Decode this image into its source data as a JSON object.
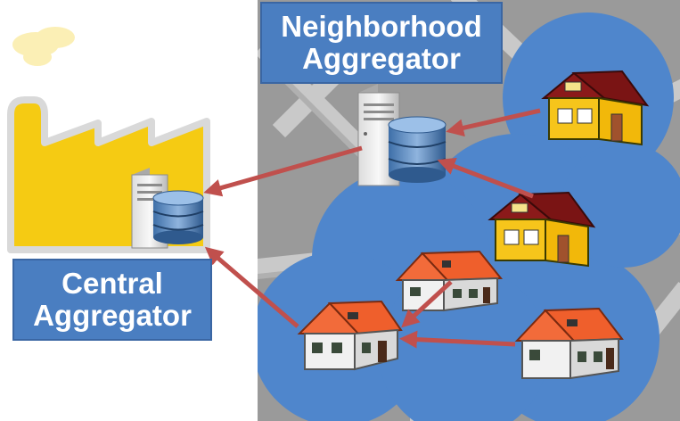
{
  "neighborhood_aggregator": {
    "line1": "Neighborhood",
    "line2": "Aggregator"
  },
  "central_aggregator": {
    "line1": "Central",
    "line2": "Aggregator"
  },
  "icons": [
    "factory-icon",
    "server-icon",
    "database-icon",
    "house-icon",
    "map-background",
    "coverage-area"
  ],
  "colors": {
    "label_fill": "#4a7ec1",
    "coverage": "#4f86cc",
    "map": "#9a9a9a",
    "factory": "#f5cb13",
    "arrow": "#c0504d",
    "yellow_house": "#f6c51b",
    "red_roof": "#f26b3a",
    "maroon_roof": "#8b1a1a"
  }
}
